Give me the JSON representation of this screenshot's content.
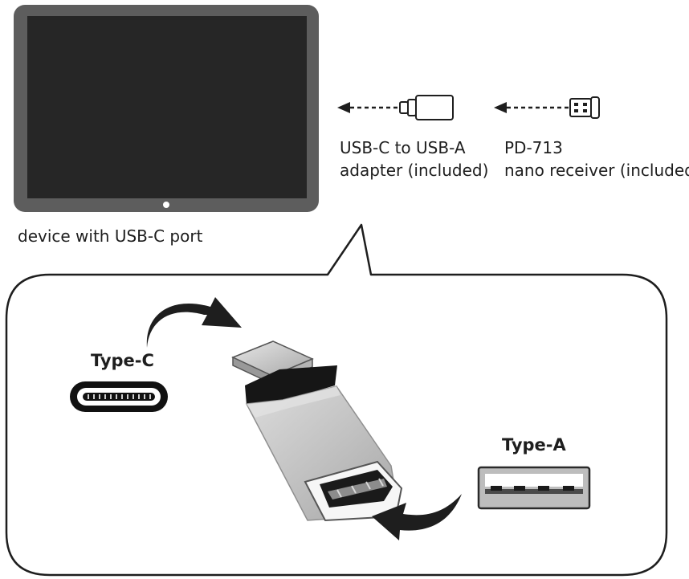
{
  "device": {
    "label": "device with USB-C port"
  },
  "adapter": {
    "label_line1": "USB-C to USB-A",
    "label_line2": "adapter (included)"
  },
  "receiver": {
    "label_line1": "PD-713",
    "label_line2": "nano receiver (included)"
  },
  "connectors": {
    "type_c_label": "Type-C",
    "type_a_label": "Type-A"
  },
  "colors": {
    "tablet_frame": "#5d5d5d",
    "tablet_screen": "#262626",
    "outline": "#2a2a2a",
    "adapter_silver": "#c4c4c4",
    "type_a_gray": "#bdbdbd"
  },
  "icons": [
    "tablet-icon",
    "usb-c-adapter-icon",
    "nano-receiver-icon",
    "arrow-left-icon",
    "curved-arrow-icon",
    "type-c-port-icon",
    "type-a-port-icon"
  ]
}
